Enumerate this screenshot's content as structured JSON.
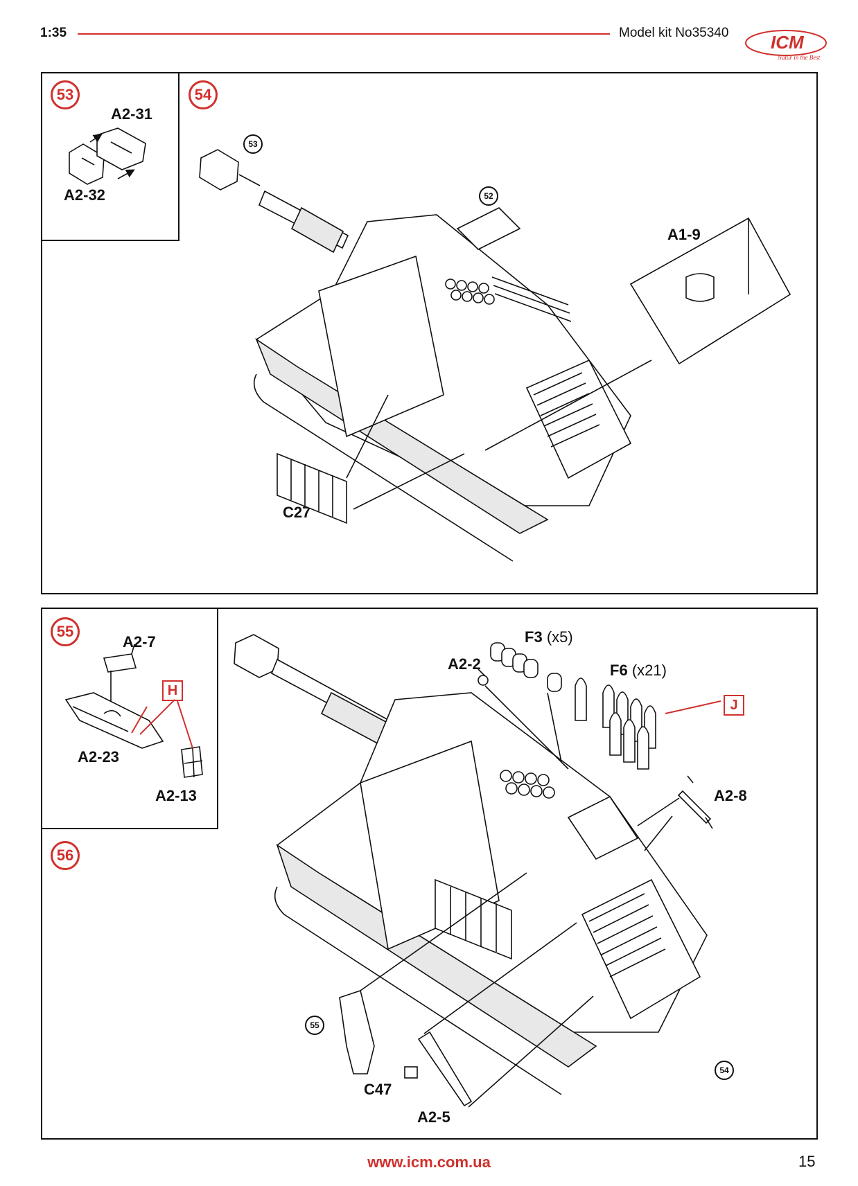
{
  "header": {
    "scale": "1:35",
    "kit": "Model kit No35340",
    "logo_text": "ICM",
    "logo_tagline": "Natur in the Best"
  },
  "colors": {
    "accent": "#d0312d",
    "ink": "#111111"
  },
  "steps": {
    "s53": {
      "number": "53",
      "parts": [
        "A2-31",
        "A2-32"
      ]
    },
    "s54": {
      "number": "54",
      "refs": [
        "53",
        "52"
      ],
      "parts": [
        "A1-9",
        "C27"
      ]
    },
    "s55": {
      "number": "55",
      "parts": [
        "A2-7",
        "A2-23",
        "A2-13"
      ],
      "callout": "H"
    },
    "s56": {
      "number": "56",
      "refs": [
        "55",
        "54"
      ],
      "f3": {
        "part": "F3",
        "qty": "(x5)"
      },
      "f6": {
        "part": "F6",
        "qty": "(x21)"
      },
      "parts": [
        "A2-2",
        "A2-8",
        "C47",
        "A2-5"
      ],
      "callout": "J"
    }
  },
  "footer": {
    "url": "www.icm.com.ua",
    "page": "15"
  }
}
